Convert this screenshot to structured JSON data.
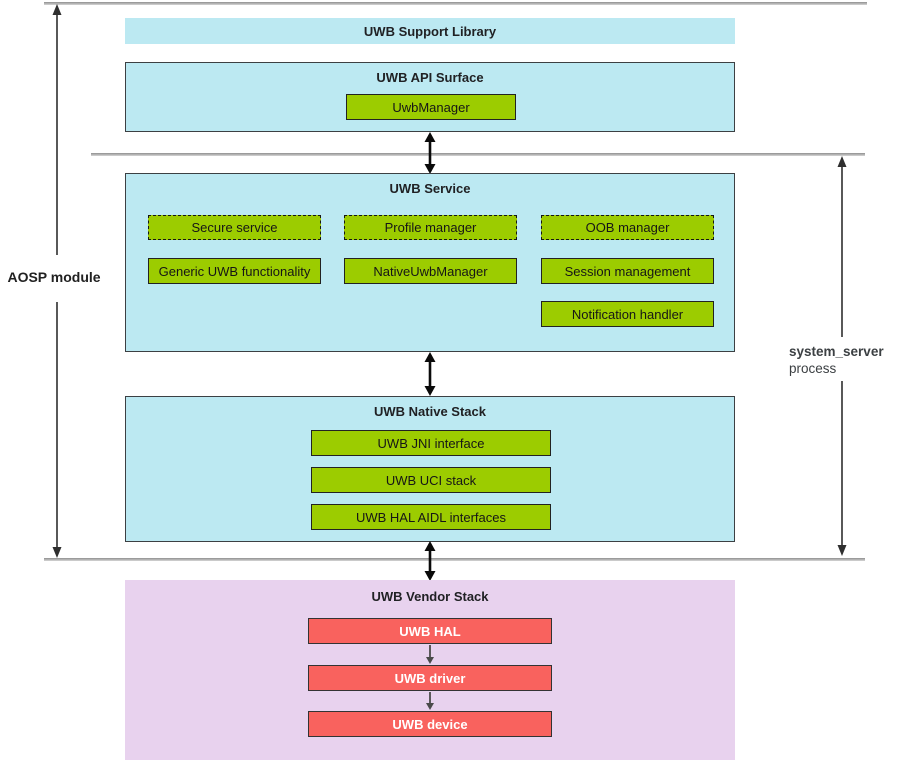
{
  "diagram": {
    "side_labels": {
      "aosp_module": "AOSP module",
      "system_server": "system_server",
      "process": "process"
    },
    "support_library": {
      "title": "UWB Support Library"
    },
    "api_surface": {
      "title": "UWB API Surface",
      "items": [
        "UwbManager"
      ]
    },
    "service": {
      "title": "UWB Service",
      "dashed_row": [
        "Secure service",
        "Profile manager",
        "OOB manager"
      ],
      "solid_row": [
        "Generic UWB functionality",
        "NativeUwbManager",
        "Session management"
      ],
      "extra_row": [
        "Notification handler"
      ]
    },
    "native_stack": {
      "title": "UWB Native Stack",
      "items": [
        "UWB JNI interface",
        "UWB UCI stack",
        "UWB HAL AIDL interfaces"
      ]
    },
    "vendor_stack": {
      "title": "UWB Vendor Stack",
      "items": [
        "UWB HAL",
        "UWB driver",
        "UWB device"
      ]
    },
    "colors": {
      "box_blue": "#bce9f2",
      "chip_green": "#9ccc00",
      "chip_red": "#f9625e",
      "box_pink": "#e8d2ee",
      "line_gray": "#b3b3b3",
      "border_dark": "#3c4043"
    }
  }
}
